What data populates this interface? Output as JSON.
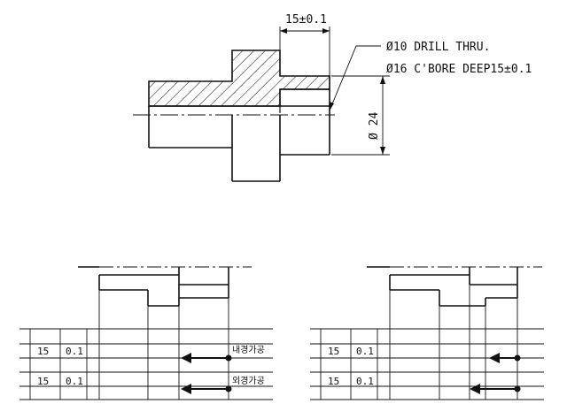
{
  "top_drawing": {
    "dimension_width": "15±0.1",
    "note_line1": "Ø10 DRILL THRU.",
    "note_line2": "Ø16 C'BORE DEEP15±0.1",
    "dimension_diameter": "Ø 24"
  },
  "left_chart": {
    "row1": {
      "col1": "15",
      "col2": "0.1",
      "label": "내경가공"
    },
    "row2": {
      "col1": "15",
      "col2": "0.1",
      "label": "외경가공"
    }
  },
  "right_chart": {
    "row1": {
      "col1": "15",
      "col2": "0.1"
    },
    "row2": {
      "col1": "15",
      "col2": "0.1"
    }
  },
  "colors": {
    "ink": "#111111",
    "paper": "#ffffff"
  }
}
